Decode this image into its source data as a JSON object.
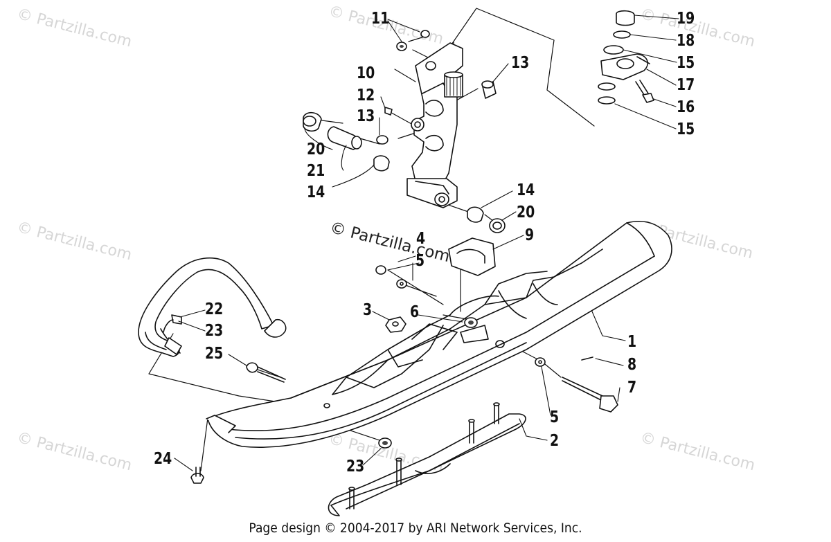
{
  "watermark": "© Partzilla.com",
  "center_watermark": "© Partzilla.com",
  "callouts": {
    "n1": "1",
    "n2": "2",
    "n3": "3",
    "n4": "4",
    "n5a": "5",
    "n5b": "5",
    "n6": "6",
    "n7": "7",
    "n8": "8",
    "n9": "9",
    "n10": "10",
    "n11": "11",
    "n12": "12",
    "n13a": "13",
    "n13b": "13",
    "n14a": "14",
    "n14b": "14",
    "n15a": "15",
    "n15b": "15",
    "n16": "16",
    "n17": "17",
    "n18": "18",
    "n19": "19",
    "n20a": "20",
    "n20b": "20",
    "n21": "21",
    "n22": "22",
    "n23a": "23",
    "n23b": "23",
    "n24": "24",
    "n25": "25"
  },
  "footer": "Page design © 2004-2017 by ARI Network Services, Inc."
}
